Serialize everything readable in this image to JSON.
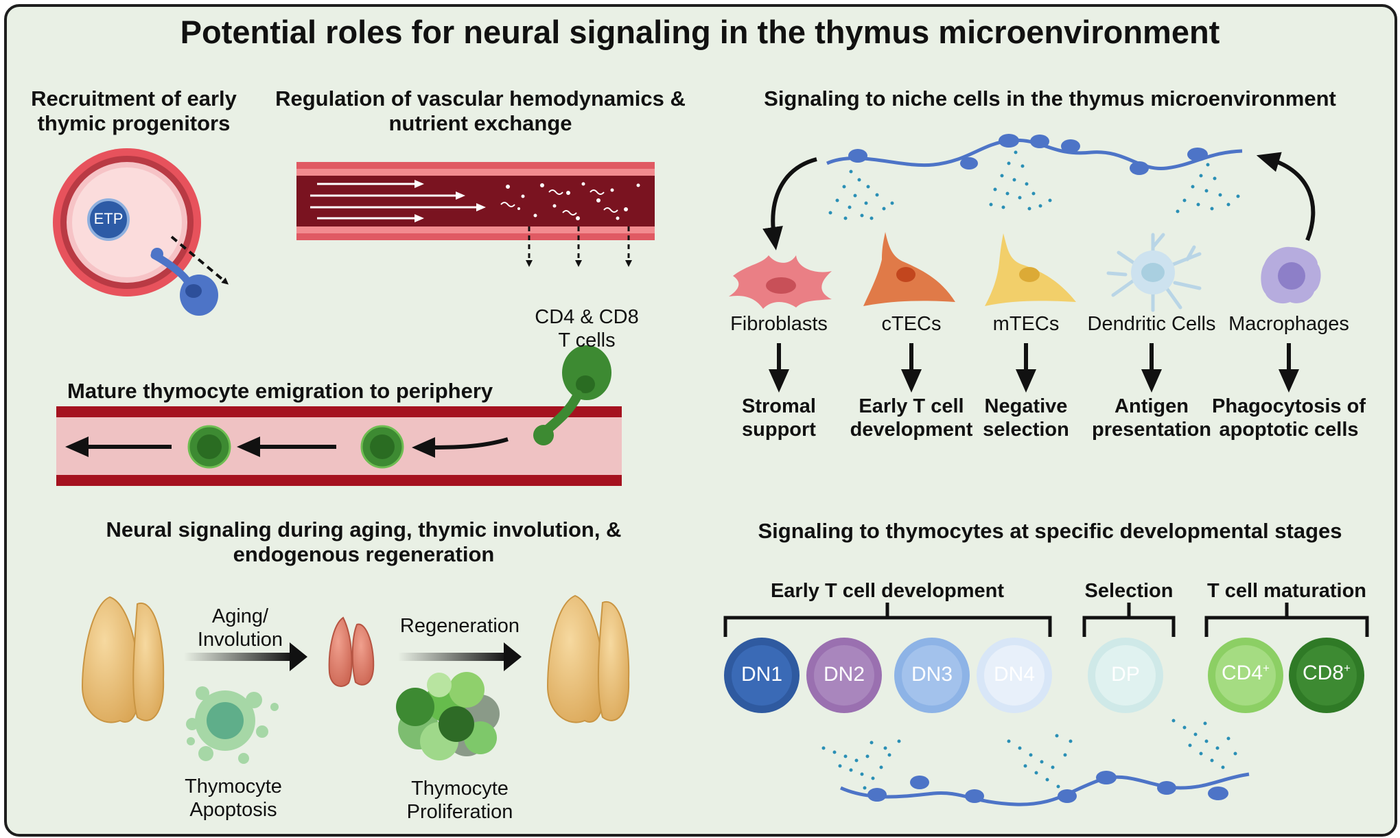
{
  "title": "Potential roles for neural signaling in the thymus microenvironment",
  "panels": {
    "recruitment": {
      "heading": "Recruitment of early thymic progenitors",
      "etp_label": "ETP"
    },
    "vascular": {
      "heading": "Regulation of vascular hemodynamics & nutrient exchange"
    },
    "emigration": {
      "heading": "Mature thymocyte emigration to periphery",
      "cells_label": "CD4 & CD8 T cells"
    },
    "aging": {
      "heading": "Neural signaling during aging, thymic involution, & endogenous regeneration",
      "arrow1_label": "Aging/ Involution",
      "arrow2_label": "Regeneration",
      "apoptosis_label": "Thymocyte Apoptosis",
      "proliferation_label": "Thymocyte Proliferation"
    },
    "niche": {
      "heading": "Signaling to niche cells in the thymus microenvironment",
      "cells": [
        {
          "name": "Fibroblasts",
          "role": "Stromal support",
          "color": "#ea7f85"
        },
        {
          "name": "cTECs",
          "role": "Early T cell development",
          "color": "#e07a48"
        },
        {
          "name": "mTECs",
          "role": "Negative selection",
          "color": "#f2cf6a"
        },
        {
          "name": "Dendritic Cells",
          "role": "Antigen presentation",
          "color": "#cde2ef"
        },
        {
          "name": "Macrophages",
          "role": "Phagocytosis of apoptotic cells",
          "color": "#b6acde"
        }
      ]
    },
    "stages": {
      "heading": "Signaling to thymocytes at specific developmental stages",
      "groups": [
        "Early T cell development",
        "Selection",
        "T cell maturation"
      ],
      "cells": [
        {
          "label": "DN1",
          "color": "#2f5aa0"
        },
        {
          "label": "DN2",
          "color": "#9a70b0"
        },
        {
          "label": "DN3",
          "color": "#8db3e6"
        },
        {
          "label": "DN4",
          "color": "#d8e6f7"
        },
        {
          "label": "DP",
          "color": "#cfe9e8"
        },
        {
          "label": "CD4",
          "sup": "+",
          "color": "#8ccf64"
        },
        {
          "label": "CD8",
          "sup": "+",
          "color": "#3d8a32"
        }
      ]
    }
  }
}
